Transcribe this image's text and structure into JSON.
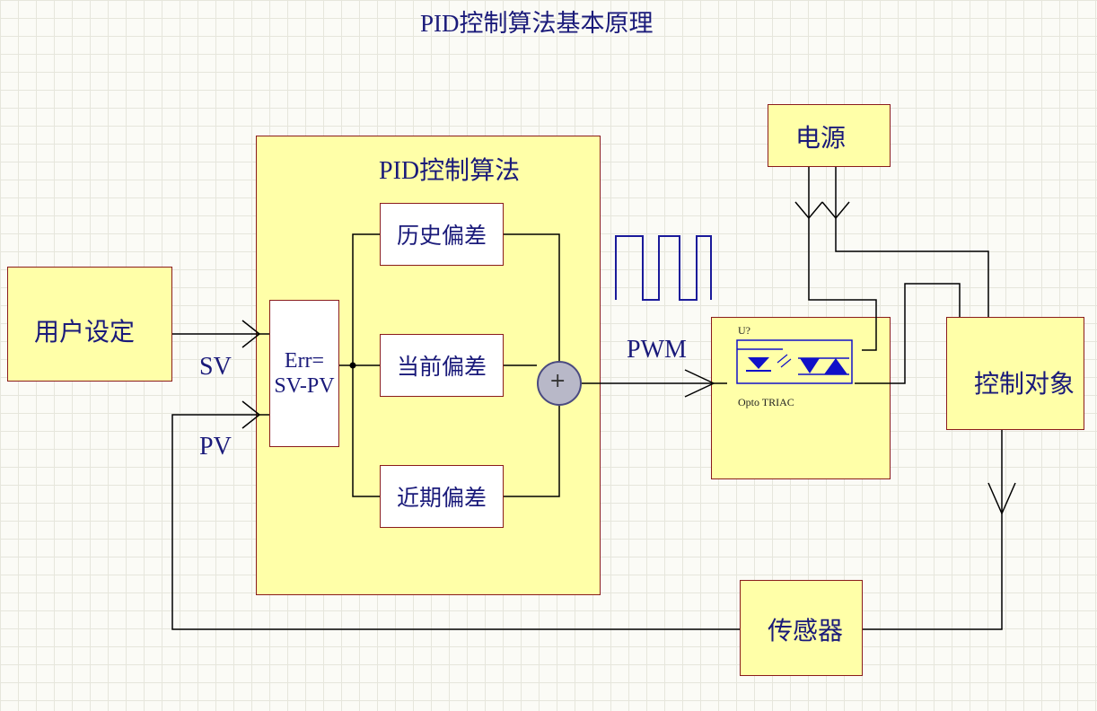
{
  "title": "PID控制算法基本原理",
  "blocks": {
    "user_setting": "用户设定",
    "pid_block": "PID控制算法",
    "err_line1": "Err=",
    "err_line2": "SV-PV",
    "history": "历史偏差",
    "current": "当前偏差",
    "recent": "近期偏差",
    "summer": "+",
    "power": "电源",
    "control_object": "控制对象",
    "sensor": "传感器"
  },
  "signals": {
    "sv": "SV",
    "pv": "PV",
    "pwm": "PWM"
  },
  "optocoupler": {
    "designator": "U?",
    "name": "Opto TRIAC"
  },
  "colors": {
    "block_fill": "#ffffa8",
    "block_border": "#8a1c1c",
    "text": "#1a1a7a",
    "wire": "#000000",
    "pwm_wave": "#1a1a9a",
    "component_blue": "#1010c8"
  }
}
